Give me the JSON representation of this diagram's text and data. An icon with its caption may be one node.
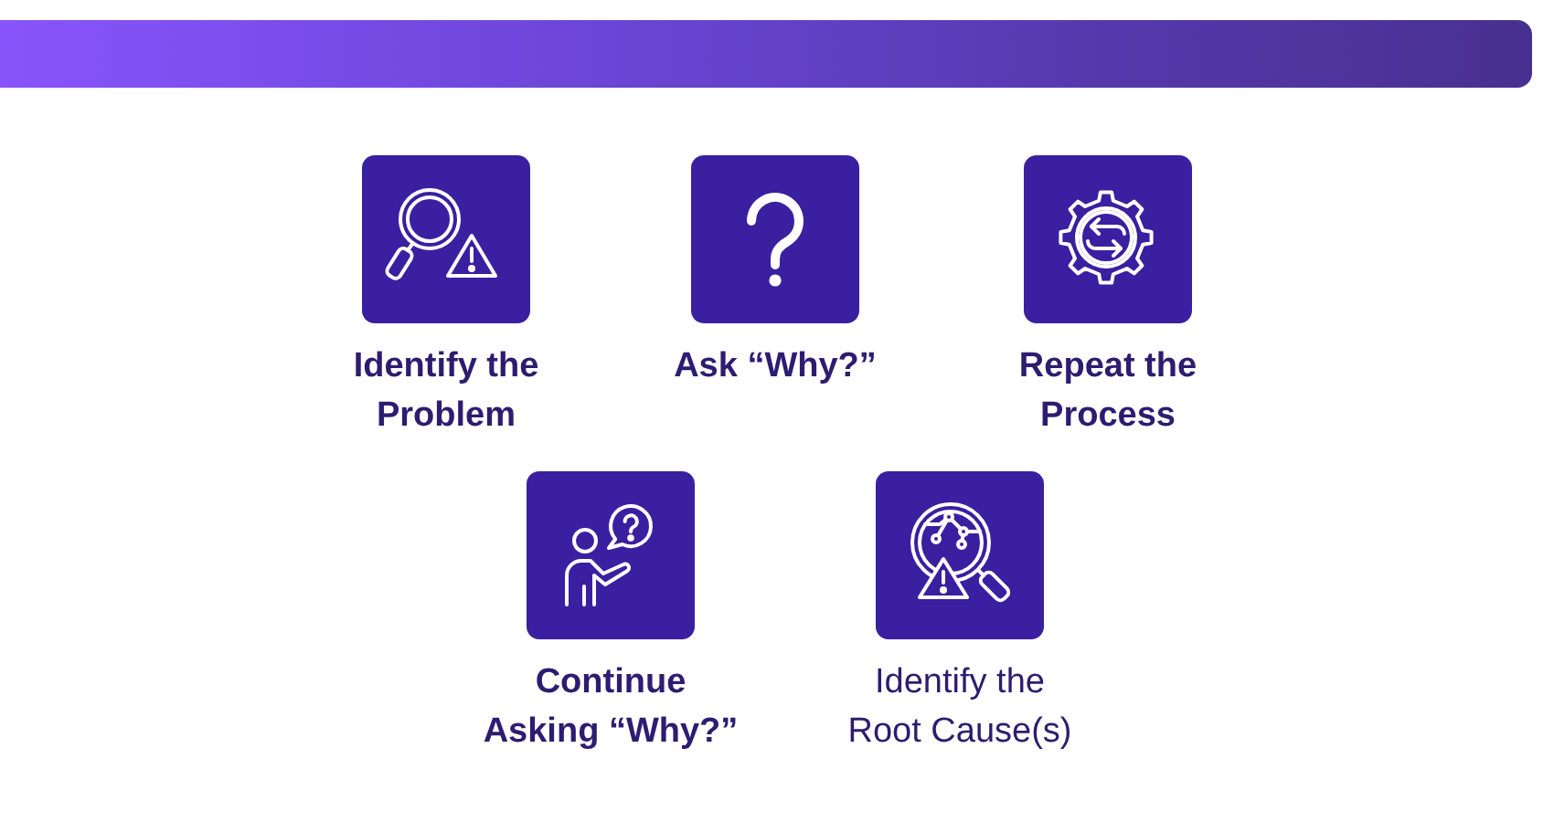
{
  "diagram": {
    "nodes": [
      {
        "text": [
          "Identify the Problem"
        ]
      },
      {
        "text": [
          "Ask “Why?”"
        ]
      },
      {
        "text": [
          "Repeat the Process"
        ]
      },
      {
        "text": [
          "Continue Asking “Why?”"
        ]
      },
      {
        "text": [
          "Identify the Root Cause(s)"
        ]
      }
    ]
  }
}
